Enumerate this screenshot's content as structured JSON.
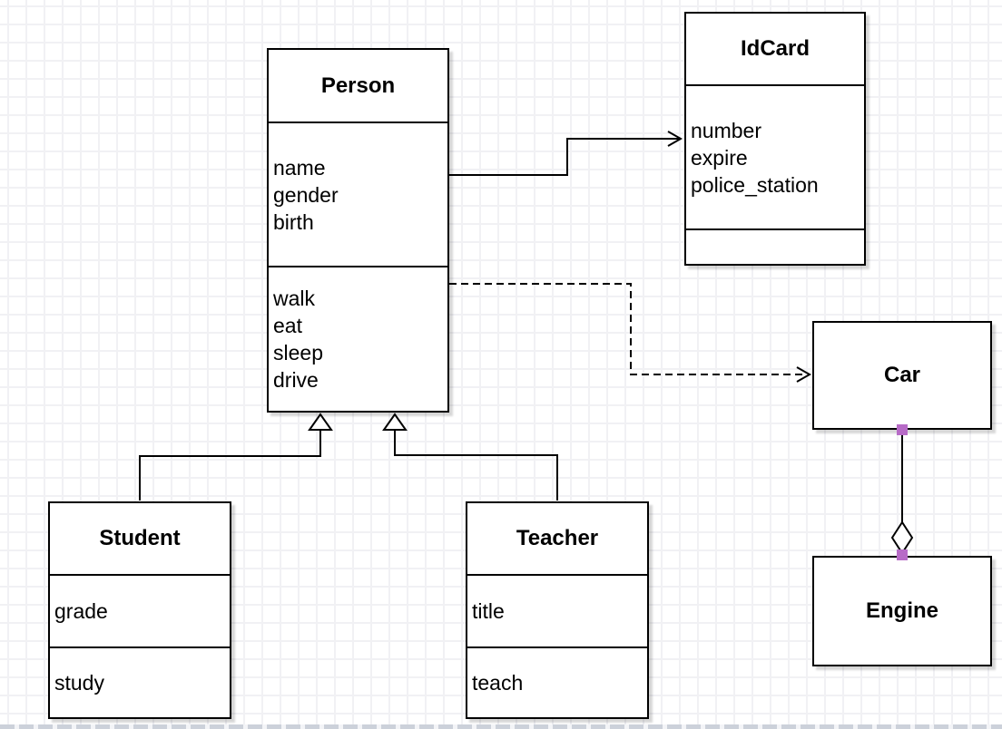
{
  "canvas": {
    "background_color": "#ffffff",
    "grid_color": "#f1f1f4",
    "stroke_color": "#000000",
    "connection_handle_color": "#b76bc7"
  },
  "classes": [
    {
      "name": "Person",
      "attributes": [
        "name",
        "gender",
        "birth"
      ],
      "methods": [
        "walk",
        "eat",
        "sleep",
        "drive"
      ]
    },
    {
      "name": "IdCard",
      "attributes": [
        "number",
        "expire",
        "police_station"
      ],
      "methods": []
    },
    {
      "name": "Car",
      "attributes": [],
      "methods": []
    },
    {
      "name": "Engine",
      "attributes": [],
      "methods": []
    },
    {
      "name": "Student",
      "attributes": [
        "grade"
      ],
      "methods": [
        "study"
      ]
    },
    {
      "name": "Teacher",
      "attributes": [
        "title"
      ],
      "methods": [
        "teach"
      ]
    }
  ],
  "relationships": [
    {
      "from": "Person",
      "to": "IdCard",
      "type": "association",
      "line": "solid",
      "end": "open-arrow"
    },
    {
      "from": "Person",
      "to": "Car",
      "type": "dependency",
      "line": "dashed",
      "end": "open-arrow"
    },
    {
      "from": "Student",
      "to": "Person",
      "type": "generalization",
      "line": "solid",
      "end": "hollow-triangle"
    },
    {
      "from": "Teacher",
      "to": "Person",
      "type": "generalization",
      "line": "solid",
      "end": "hollow-triangle"
    },
    {
      "from": "Car",
      "to": "Engine",
      "type": "aggregation",
      "line": "solid",
      "end": "hollow-diamond"
    }
  ]
}
